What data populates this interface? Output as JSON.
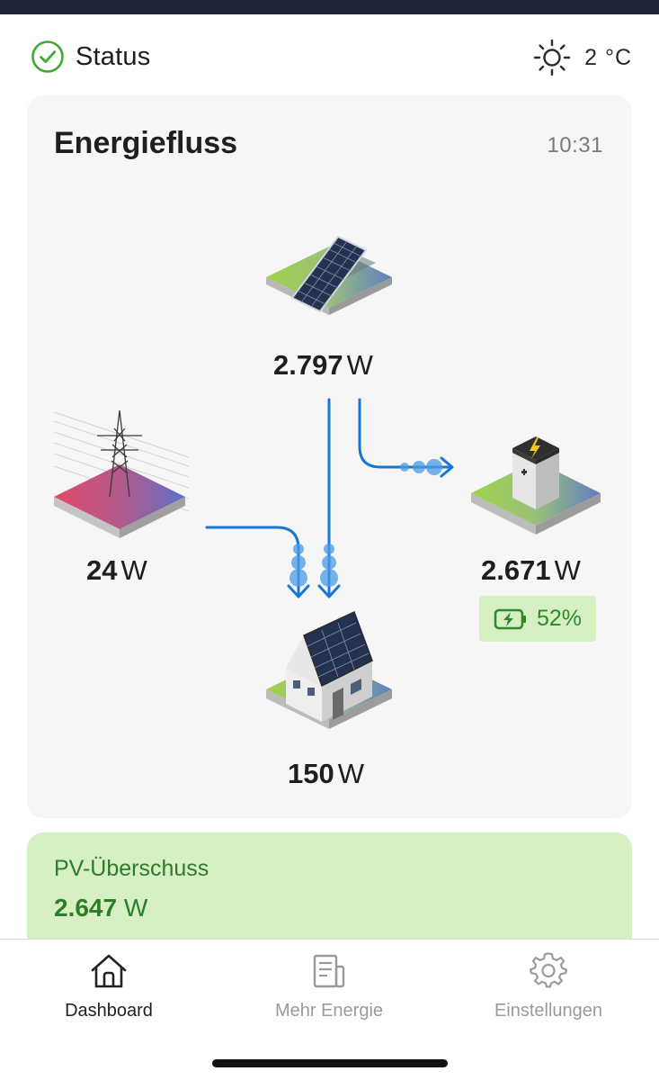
{
  "status": {
    "label": "Status",
    "icon": "check-circle-icon",
    "color": "#3daa35"
  },
  "weather": {
    "icon": "sun-icon",
    "temperature": "2 °C"
  },
  "energy_flow": {
    "title": "Energiefluss",
    "time": "10:31",
    "pv": {
      "icon": "solar-panel-icon",
      "value": "2.797",
      "unit": "W"
    },
    "grid": {
      "icon": "power-pylon-icon",
      "value": "24",
      "unit": "W"
    },
    "battery": {
      "icon": "battery-storage-icon",
      "value": "2.671",
      "unit": "W",
      "charge_percent": "52%"
    },
    "house": {
      "icon": "house-icon",
      "value": "150",
      "unit": "W"
    },
    "flow_color": "#1777d6"
  },
  "pv_surplus": {
    "label": "PV-Überschuss",
    "value": "2.647",
    "unit": "W",
    "color": "#2e7d28"
  },
  "nav": {
    "items": [
      {
        "label": "Dashboard",
        "icon": "home-icon",
        "active": true
      },
      {
        "label": "Mehr Energie",
        "icon": "document-chart-icon",
        "active": false
      },
      {
        "label": "Einstellungen",
        "icon": "gear-icon",
        "active": false
      }
    ]
  }
}
